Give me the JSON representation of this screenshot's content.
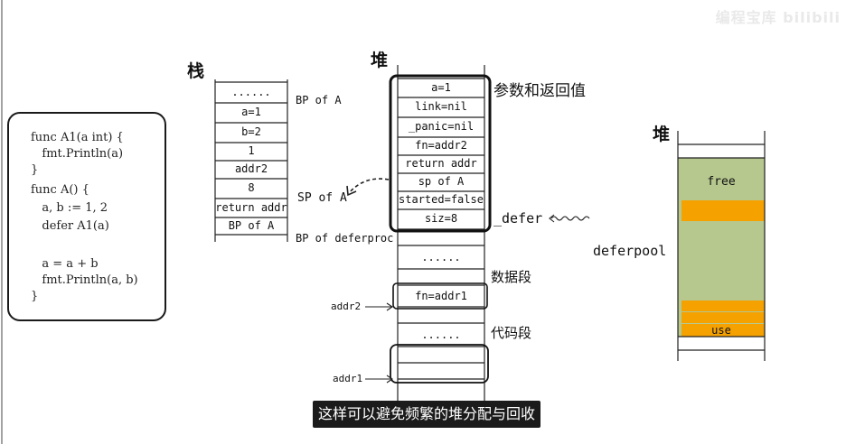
{
  "watermark": "编程宝库 bilibili",
  "code": {
    "lines": [
      "func A1(a int) {",
      "   fmt.Println(a)",
      "}",
      "func A() {",
      "   a, b := 1, 2",
      "   defer A1(a)",
      "",
      "   a = a + b",
      "   fmt.Println(a, b)",
      "}"
    ]
  },
  "stack": {
    "title": "栈",
    "cells": [
      "......",
      "a=1",
      "b=2",
      "1",
      "addr2",
      "8",
      "return addr",
      "BP of A"
    ],
    "labels": {
      "bp_top": "BP of A",
      "sp": "SP of A",
      "bp_bottom": "BP of deferproc"
    }
  },
  "heap": {
    "title": "堆",
    "defer_cells": [
      "a=1",
      "link=nil",
      "_panic=nil",
      "fn=addr2",
      "return addr",
      "sp of A",
      "started=false",
      "siz=8"
    ],
    "defer_annotation": "参数和返回值",
    "defer_label": "_defer",
    "dots1": "......",
    "data_segment": "数据段",
    "fn_cell": "fn=addr1",
    "addr2": "addr2",
    "dots2": "......",
    "code_segment": "代码段",
    "addr1": "addr1"
  },
  "pool": {
    "title": "堆",
    "free_label": "free",
    "name": "deferpool",
    "use_label": "use",
    "colors": {
      "free": "#b6c88e",
      "used": "#f5a100"
    }
  },
  "subtitle": "这样可以避免频繁的堆分配与回收"
}
